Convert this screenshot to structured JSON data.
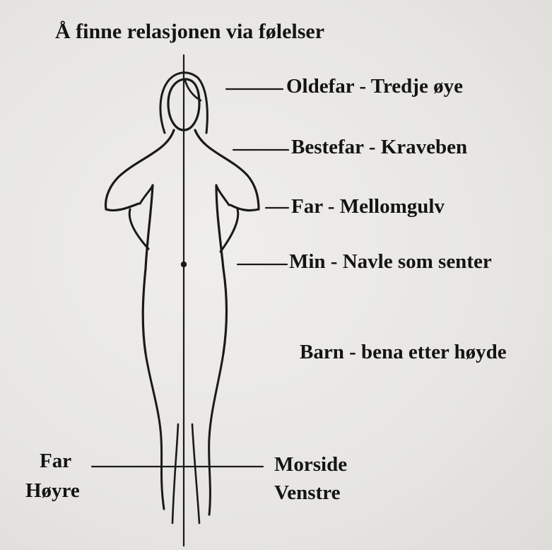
{
  "title": "Å finne relasjonen via følelser",
  "labels": {
    "oldefar": "Oldefar - Tredje øye",
    "bestefar": "Bestefar - Kraveben",
    "far": "Far - Mellomgulv",
    "min": "Min - Navle som  senter",
    "barn": "Barn - bena etter høyde",
    "far_side": "Far",
    "hoyre": "Høyre",
    "morside": "Morside",
    "venstre": "Venstre"
  }
}
